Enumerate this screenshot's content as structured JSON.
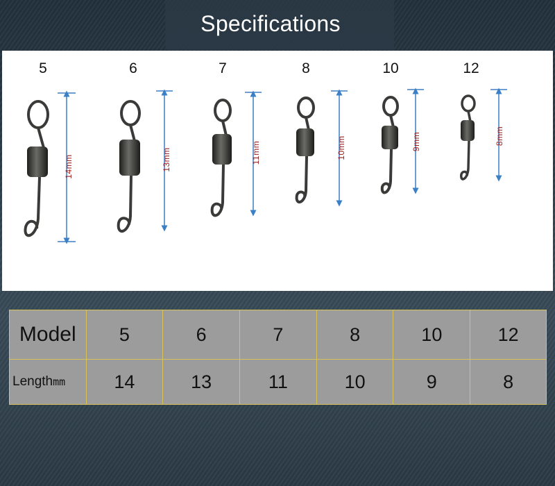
{
  "title": "Specifications",
  "swivels": [
    {
      "model": "5",
      "length_label": "14mm"
    },
    {
      "model": "6",
      "length_label": "13mm"
    },
    {
      "model": "7",
      "length_label": "11mm"
    },
    {
      "model": "8",
      "length_label": "10mm"
    },
    {
      "model": "10",
      "length_label": "9mm"
    },
    {
      "model": "12",
      "length_label": "8mm"
    }
  ],
  "table": {
    "model_header": "Model",
    "length_header": "Length",
    "length_unit": "mm",
    "models": [
      "5",
      "6",
      "7",
      "8",
      "10",
      "12"
    ],
    "lengths": [
      "14",
      "13",
      "11",
      "10",
      "9",
      "8"
    ]
  },
  "colors": {
    "arrow": "#3b7fc6",
    "dimension_text": "#9b1c1c",
    "swivel_metal": "#3a3a38",
    "table_bg": "#9c9c9c",
    "table_border": "#d8c25a"
  }
}
